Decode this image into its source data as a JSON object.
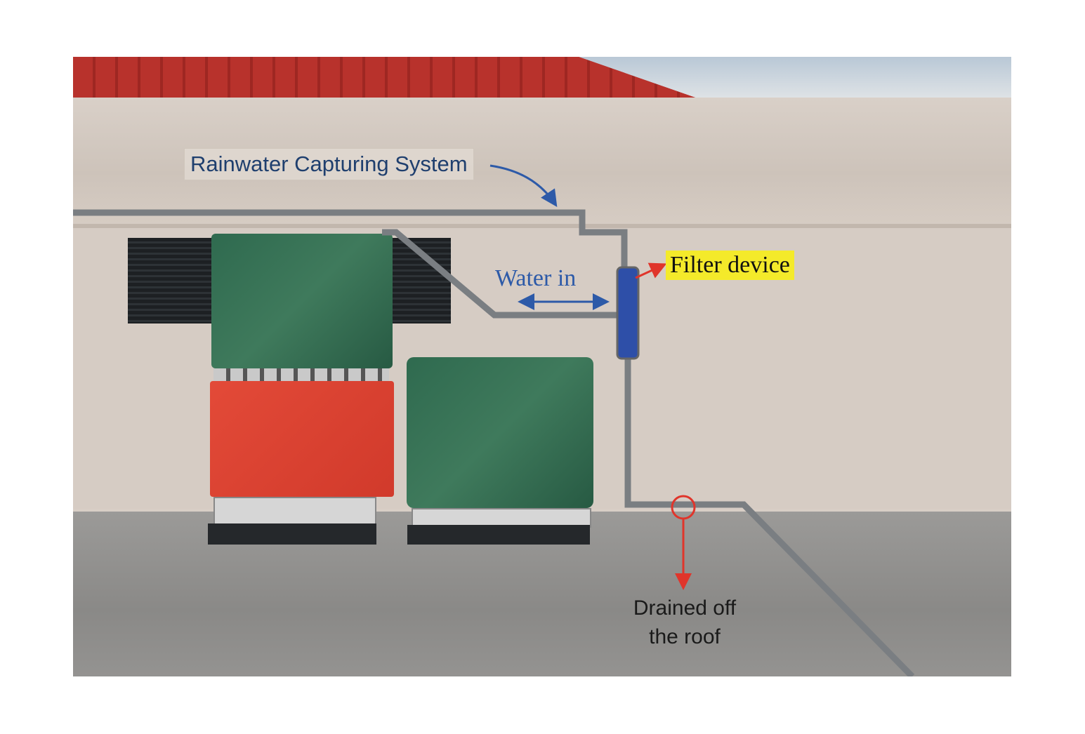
{
  "labels": {
    "system": "Rainwater Capturing System",
    "water_in": "Water in",
    "filter": "Filter device",
    "drain_line1": "Drained off",
    "drain_line2": "the roof"
  },
  "colors": {
    "system_arrow": "#2d5aa8",
    "water_arrow": "#2d5aa8",
    "filter_arrow": "#e0352b",
    "drain_arrow": "#e0352b",
    "filter_highlight": "#f4ea2a"
  }
}
